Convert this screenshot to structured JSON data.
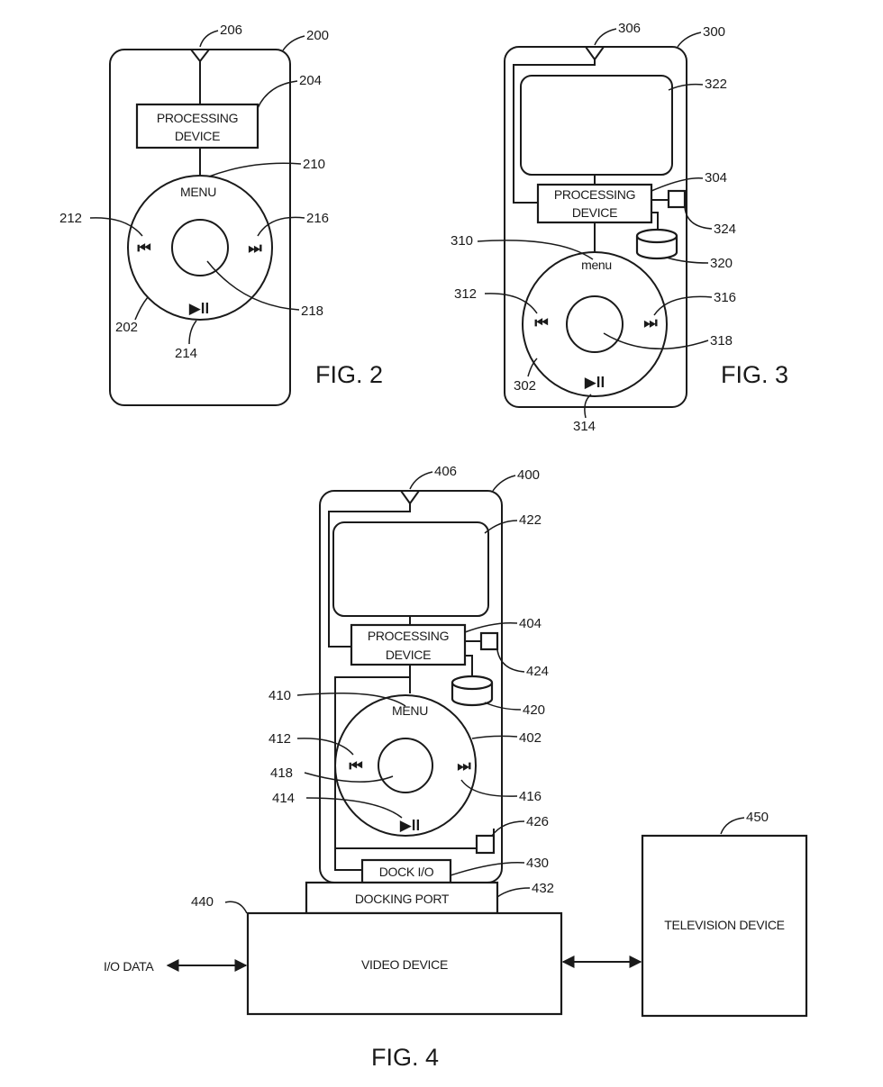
{
  "fig2": {
    "caption": "FIG. 2",
    "proc_line1": "PROCESSING",
    "proc_line2": "DEVICE",
    "menu": "MENU",
    "prev_glyph": "⏮",
    "next_glyph": "⏭",
    "play_glyph": "▶ll",
    "refs": {
      "r200": "200",
      "r206": "206",
      "r204": "204",
      "r210": "210",
      "r212": "212",
      "r216": "216",
      "r202": "202",
      "r218": "218",
      "r214": "214"
    }
  },
  "fig3": {
    "caption": "FIG. 3",
    "proc_line1": "PROCESSING",
    "proc_line2": "DEVICE",
    "menu": "menu",
    "prev_glyph": "⏮",
    "next_glyph": "⏭",
    "play_glyph": "▶ll",
    "refs": {
      "r306": "306",
      "r300": "300",
      "r322": "322",
      "r304": "304",
      "r324": "324",
      "r310": "310",
      "r320": "320",
      "r312": "312",
      "r316": "316",
      "r318": "318",
      "r302": "302",
      "r314": "314"
    }
  },
  "fig4": {
    "caption": "FIG. 4",
    "proc_line1": "PROCESSING",
    "proc_line2": "DEVICE",
    "menu": "MENU",
    "prev_glyph": "⏮",
    "next_glyph": "⏭",
    "play_glyph": "▶ll",
    "dock_io": "DOCK I/O",
    "docking_port": "DOCKING PORT",
    "video_device": "VIDEO DEVICE",
    "television_device": "TELEVISION DEVICE",
    "io_data": "I/O DATA",
    "refs": {
      "r406": "406",
      "r400": "400",
      "r422": "422",
      "r404": "404",
      "r424": "424",
      "r410": "410",
      "r420": "420",
      "r412": "412",
      "r402": "402",
      "r418": "418",
      "r416": "416",
      "r414": "414",
      "r426": "426",
      "r430": "430",
      "r432": "432",
      "r440": "440",
      "r450": "450"
    }
  }
}
